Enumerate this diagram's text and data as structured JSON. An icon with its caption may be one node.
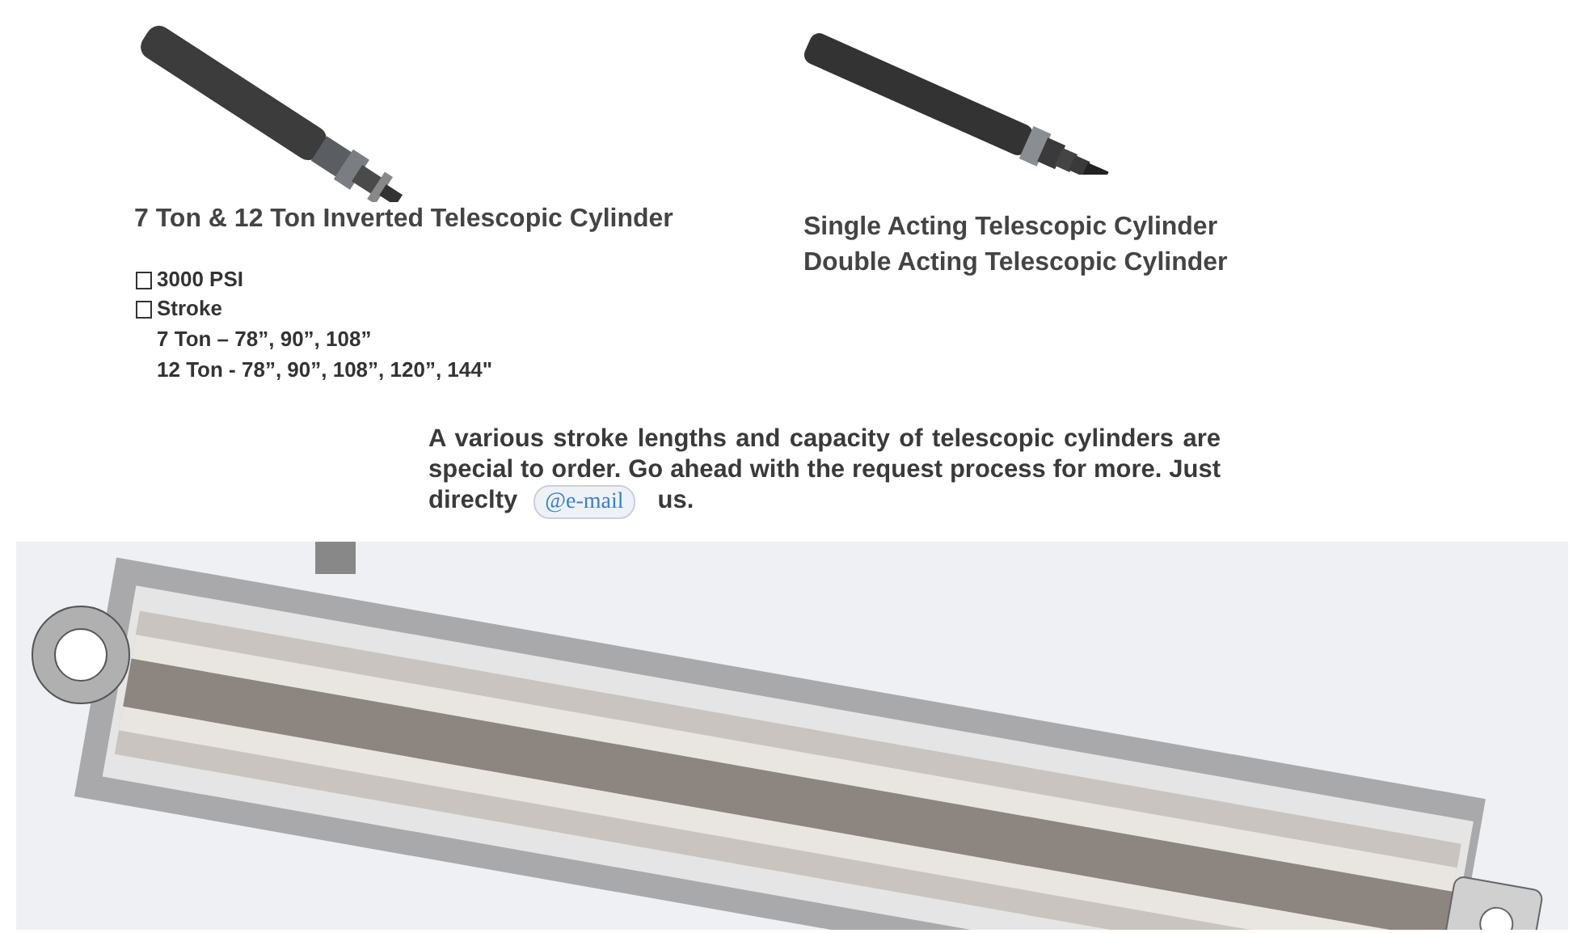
{
  "diagram": {
    "labels": [
      "7 Ton & 12 Ton Inverted Telescopic Cylinder",
      "Single Acting Telescopic Cylinder",
      "Double Acting Telescopic Cylinder",
      "3000 PSI",
      "Stroke",
      "7 Ton – 78”, 90”, 108”",
      "12 Ton - 78”, 90”, 108”, 120”, 144\"",
      "A various stroke lengths and capacity of telescopic cylinders are special to order. Go ahead with the request process for more. Just direclty",
      "@e-mail",
      "us."
    ]
  }
}
